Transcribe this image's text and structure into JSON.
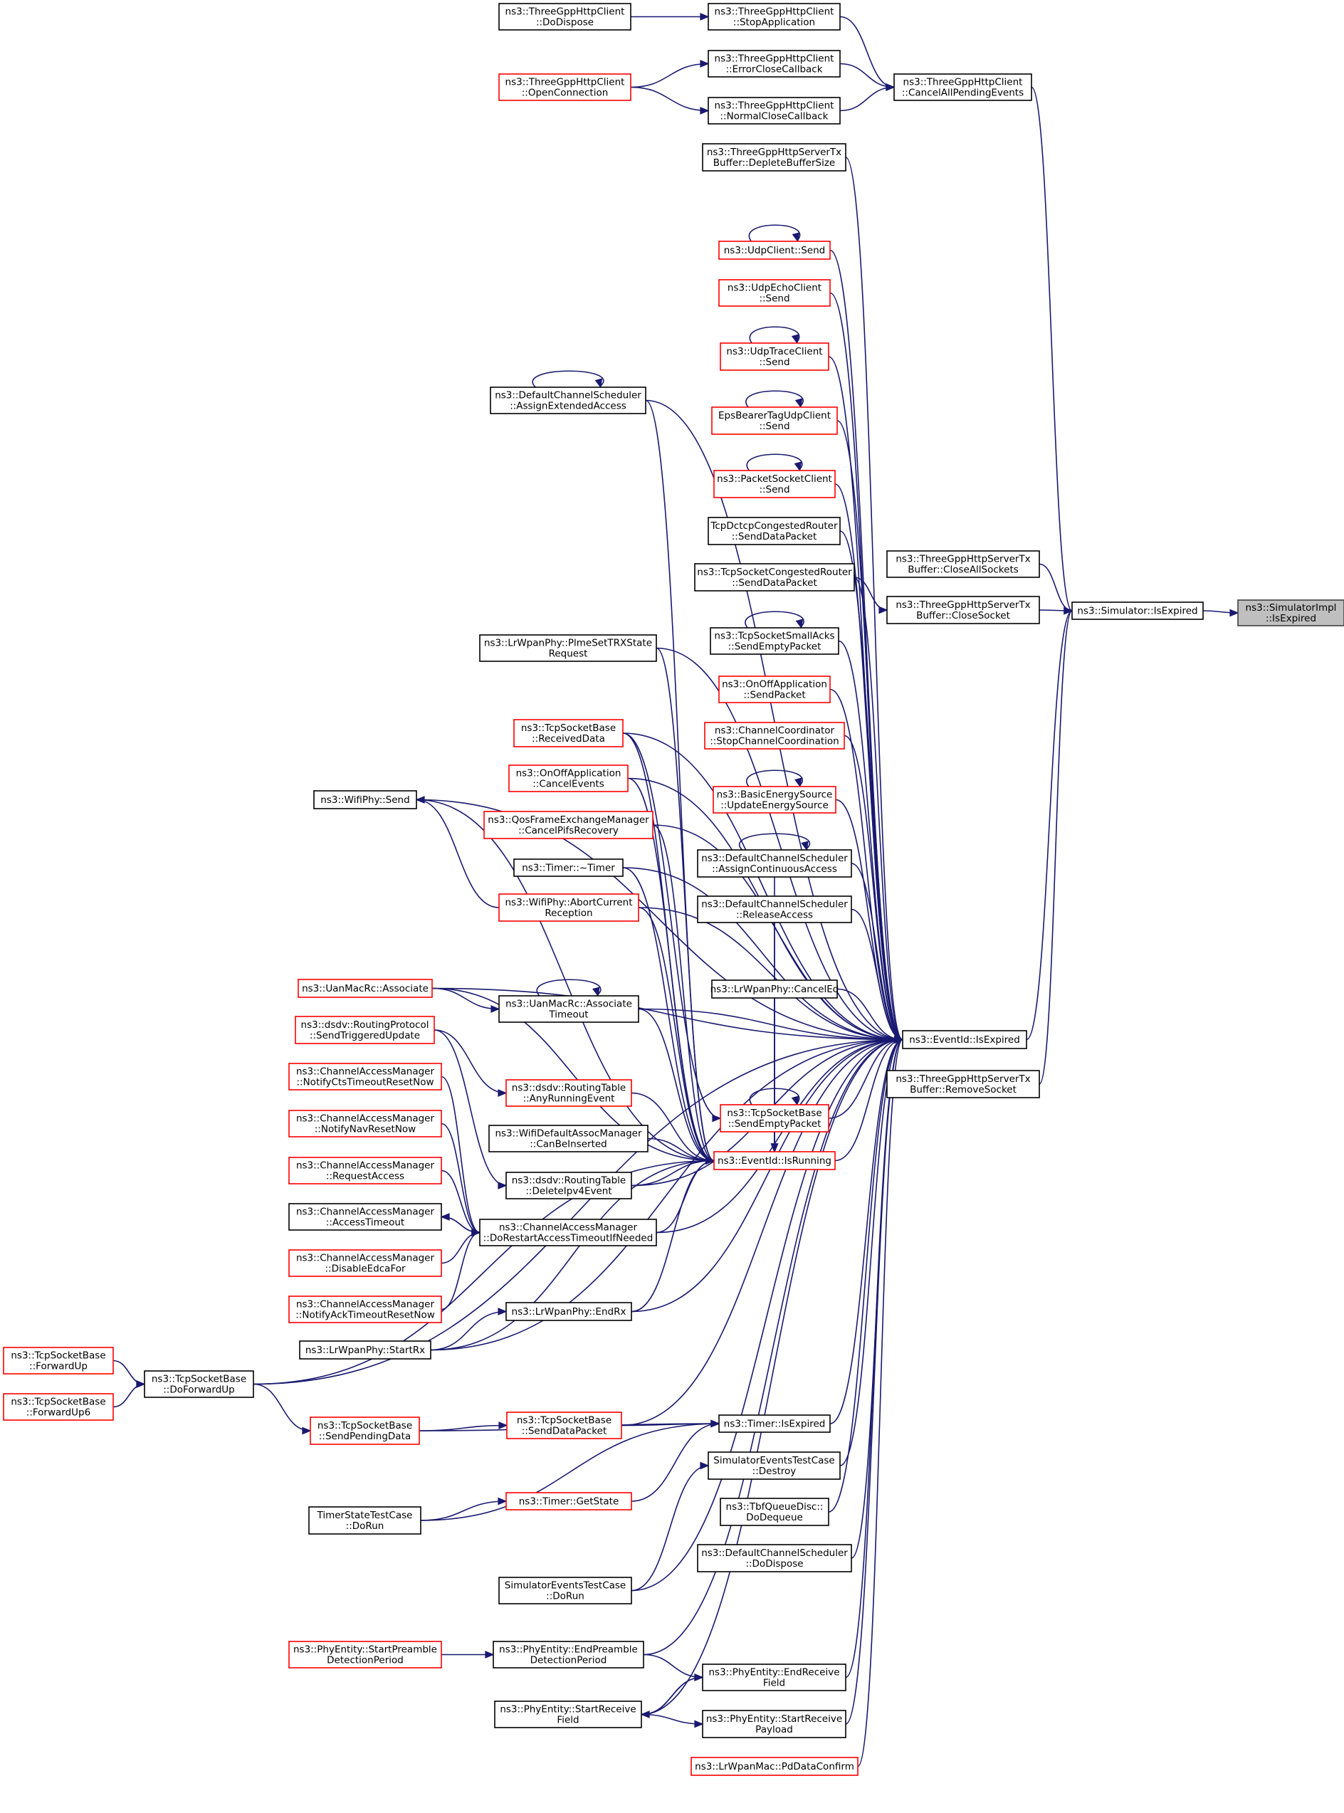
{
  "colors": {
    "edge": "#191970",
    "node_border": "#000000",
    "node_border_undocumented": "#ff0000",
    "node_fill": "#ffffff",
    "root_fill": "#bfbfbf",
    "root_border": "#404040",
    "text": "#000000"
  },
  "graph": {
    "root": "n_root",
    "nodes": [
      {
        "id": "n_root",
        "lines": [
          "ns3::SimulatorImpl",
          "::IsExpired"
        ],
        "style": "root"
      },
      {
        "id": "n_simexp",
        "lines": [
          "ns3::Simulator::IsExpired"
        ],
        "style": "normal"
      },
      {
        "id": "n_closeall",
        "lines": [
          "ns3::ThreeGppHttpServerTx",
          "Buffer::CloseAllSockets"
        ],
        "style": "normal"
      },
      {
        "id": "n_closesock",
        "lines": [
          "ns3::ThreeGppHttpServerTx",
          "Buffer::CloseSocket"
        ],
        "style": "normal"
      },
      {
        "id": "n_cancelall",
        "lines": [
          "ns3::ThreeGppHttpClient",
          "::CancelAllPendingEvents"
        ],
        "style": "normal"
      },
      {
        "id": "n_stopapp",
        "lines": [
          "ns3::ThreeGppHttpClient",
          "::StopApplication"
        ],
        "style": "normal"
      },
      {
        "id": "n_errclose",
        "lines": [
          "ns3::ThreeGppHttpClient",
          "::ErrorCloseCallback"
        ],
        "style": "normal"
      },
      {
        "id": "n_normclose",
        "lines": [
          "ns3::ThreeGppHttpClient",
          "::NormalCloseCallback"
        ],
        "style": "normal"
      },
      {
        "id": "n_dodispose_http",
        "lines": [
          "ns3::ThreeGppHttpClient",
          "::DoDispose"
        ],
        "style": "normal"
      },
      {
        "id": "n_openconn",
        "lines": [
          "ns3::ThreeGppHttpClient",
          "::OpenConnection"
        ],
        "style": "red"
      },
      {
        "id": "n_deplete",
        "lines": [
          "ns3::ThreeGppHttpServerTx",
          "Buffer::DepleteBufferSize"
        ],
        "style": "normal"
      },
      {
        "id": "n_eventexp",
        "lines": [
          "ns3::EventId::IsExpired"
        ],
        "style": "normal"
      },
      {
        "id": "n_removesock",
        "lines": [
          "ns3::ThreeGppHttpServerTx",
          "Buffer::RemoveSocket"
        ],
        "style": "normal"
      },
      {
        "id": "n_udpclient",
        "lines": [
          "ns3::UdpClient::Send"
        ],
        "style": "red"
      },
      {
        "id": "n_udpecho",
        "lines": [
          "ns3::UdpEchoClient",
          "::Send"
        ],
        "style": "red"
      },
      {
        "id": "n_udptrace",
        "lines": [
          "ns3::UdpTraceClient",
          "::Send"
        ],
        "style": "red"
      },
      {
        "id": "n_epsbearer",
        "lines": [
          "EpsBearerTagUdpClient",
          "::Send"
        ],
        "style": "red"
      },
      {
        "id": "n_packetsock",
        "lines": [
          "ns3::PacketSocketClient",
          "::Send"
        ],
        "style": "red"
      },
      {
        "id": "n_tcpdctcp",
        "lines": [
          "TcpDctcpCongestedRouter",
          "::SendDataPacket"
        ],
        "style": "normal"
      },
      {
        "id": "n_tcpcong",
        "lines": [
          "ns3::TcpSocketCongestedRouter",
          "::SendDataPacket"
        ],
        "style": "normal"
      },
      {
        "id": "n_tcpsmall",
        "lines": [
          "ns3::TcpSocketSmallAcks",
          "::SendEmptyPacket"
        ],
        "style": "normal"
      },
      {
        "id": "n_onoffsend",
        "lines": [
          "ns3::OnOffApplication",
          "::SendPacket"
        ],
        "style": "red"
      },
      {
        "id": "n_chancoord",
        "lines": [
          "ns3::ChannelCoordinator",
          "::StopChannelCoordination"
        ],
        "style": "red"
      },
      {
        "id": "n_basicenergy",
        "lines": [
          "ns3::BasicEnergySource",
          "::UpdateEnergySource"
        ],
        "style": "red"
      },
      {
        "id": "n_assigncont",
        "lines": [
          "ns3::DefaultChannelScheduler",
          "::AssignContinuousAccess"
        ],
        "style": "normal"
      },
      {
        "id": "n_releaseacc",
        "lines": [
          "ns3::DefaultChannelScheduler",
          "::ReleaseAccess"
        ],
        "style": "normal"
      },
      {
        "id": "n_lrcanceled",
        "lines": [
          "ns3::LrWpanPhy::CancelEd"
        ],
        "style": "normal"
      },
      {
        "id": "n_tcpsendempty",
        "lines": [
          "ns3::TcpSocketBase",
          "::SendEmptyPacket"
        ],
        "style": "red"
      },
      {
        "id": "n_isrunning",
        "lines": [
          "ns3::EventId::IsRunning"
        ],
        "style": "red"
      },
      {
        "id": "n_assignext",
        "lines": [
          "ns3::DefaultChannelScheduler",
          "::AssignExtendedAccess"
        ],
        "style": "normal"
      },
      {
        "id": "n_plmeset",
        "lines": [
          "ns3::LrWpanPhy::PlmeSetTRXState",
          "Request"
        ],
        "style": "normal"
      },
      {
        "id": "n_tcprecv",
        "lines": [
          "ns3::TcpSocketBase",
          "::ReceivedData"
        ],
        "style": "red"
      },
      {
        "id": "n_onoffcancel",
        "lines": [
          "ns3::OnOffApplication",
          "::CancelEvents"
        ],
        "style": "red"
      },
      {
        "id": "n_qosframe",
        "lines": [
          "ns3::QosFrameExchangeManager",
          "::CancelPifsRecovery"
        ],
        "style": "red"
      },
      {
        "id": "n_timerdtor",
        "lines": [
          "ns3::Timer::~Timer"
        ],
        "style": "normal"
      },
      {
        "id": "n_wifisend",
        "lines": [
          "ns3::WifiPhy::Send"
        ],
        "style": "normal"
      },
      {
        "id": "n_wifiabort",
        "lines": [
          "ns3::WifiPhy::AbortCurrent",
          "Reception"
        ],
        "style": "red"
      },
      {
        "id": "n_uanassoc",
        "lines": [
          "ns3::UanMacRc::Associate"
        ],
        "style": "red"
      },
      {
        "id": "n_uantimeout",
        "lines": [
          "ns3::UanMacRc::Associate",
          "Timeout"
        ],
        "style": "normal"
      },
      {
        "id": "n_dsdvtrig",
        "lines": [
          "ns3::dsdv::RoutingProtocol",
          "::SendTriggeredUpdate"
        ],
        "style": "red"
      },
      {
        "id": "n_dsdvany",
        "lines": [
          "ns3::dsdv::RoutingTable",
          "::AnyRunningEvent"
        ],
        "style": "red"
      },
      {
        "id": "n_cam_cts",
        "lines": [
          "ns3::ChannelAccessManager",
          "::NotifyCtsTimeoutResetNow"
        ],
        "style": "red"
      },
      {
        "id": "n_cam_nav",
        "lines": [
          "ns3::ChannelAccessManager",
          "::NotifyNavResetNow"
        ],
        "style": "red"
      },
      {
        "id": "n_wifidefault",
        "lines": [
          "ns3::WifiDefaultAssocManager",
          "::CanBeInserted"
        ],
        "style": "normal"
      },
      {
        "id": "n_cam_req",
        "lines": [
          "ns3::ChannelAccessManager",
          "::RequestAccess"
        ],
        "style": "red"
      },
      {
        "id": "n_dsdvdel",
        "lines": [
          "ns3::dsdv::RoutingTable",
          "::DeleteIpv4Event"
        ],
        "style": "normal"
      },
      {
        "id": "n_cam_acc",
        "lines": [
          "ns3::ChannelAccessManager",
          "::AccessTimeout"
        ],
        "style": "normal"
      },
      {
        "id": "n_cam_dorestart",
        "lines": [
          "ns3::ChannelAccessManager",
          "::DoRestartAccessTimeoutIfNeeded"
        ],
        "style": "normal"
      },
      {
        "id": "n_cam_disable",
        "lines": [
          "ns3::ChannelAccessManager",
          "::DisableEdcaFor"
        ],
        "style": "red"
      },
      {
        "id": "n_cam_ack",
        "lines": [
          "ns3::ChannelAccessManager",
          "::NotifyAckTimeoutResetNow"
        ],
        "style": "red"
      },
      {
        "id": "n_lrendrx",
        "lines": [
          "ns3::LrWpanPhy::EndRx"
        ],
        "style": "normal"
      },
      {
        "id": "n_lrstartrx",
        "lines": [
          "ns3::LrWpanPhy::StartRx"
        ],
        "style": "normal"
      },
      {
        "id": "n_tcpfwd",
        "lines": [
          "ns3::TcpSocketBase",
          "::ForwardUp"
        ],
        "style": "red"
      },
      {
        "id": "n_tcpfwd6",
        "lines": [
          "ns3::TcpSocketBase",
          "::ForwardUp6"
        ],
        "style": "red"
      },
      {
        "id": "n_tcpdofwd",
        "lines": [
          "ns3::TcpSocketBase",
          "::DoForwardUp"
        ],
        "style": "normal"
      },
      {
        "id": "n_tcpsendpend",
        "lines": [
          "ns3::TcpSocketBase",
          "::SendPendingData"
        ],
        "style": "red"
      },
      {
        "id": "n_tcpsenddata",
        "lines": [
          "ns3::TcpSocketBase",
          "::SendDataPacket"
        ],
        "style": "red"
      },
      {
        "id": "n_timerexp",
        "lines": [
          "ns3::Timer::IsExpired"
        ],
        "style": "normal"
      },
      {
        "id": "n_simevdestroy",
        "lines": [
          "SimulatorEventsTestCase",
          "::Destroy"
        ],
        "style": "normal"
      },
      {
        "id": "n_timerget",
        "lines": [
          "ns3::Timer::GetState"
        ],
        "style": "red"
      },
      {
        "id": "n_timerstate",
        "lines": [
          "TimerStateTestCase",
          "::DoRun"
        ],
        "style": "normal"
      },
      {
        "id": "n_tbf",
        "lines": [
          "ns3::TbfQueueDisc::",
          "DoDequeue"
        ],
        "style": "normal"
      },
      {
        "id": "n_dcsdispose",
        "lines": [
          "ns3::DefaultChannelScheduler",
          "::DoDispose"
        ],
        "style": "normal"
      },
      {
        "id": "n_simevrun",
        "lines": [
          "SimulatorEventsTestCase",
          "::DoRun"
        ],
        "style": "normal"
      },
      {
        "id": "n_phyendpre",
        "lines": [
          "ns3::PhyEntity::EndPreamble",
          "DetectionPeriod"
        ],
        "style": "normal"
      },
      {
        "id": "n_phystartpre",
        "lines": [
          "ns3::PhyEntity::StartPreamble",
          "DetectionPeriod"
        ],
        "style": "red"
      },
      {
        "id": "n_phyendrecv",
        "lines": [
          "ns3::PhyEntity::EndReceive",
          "Field"
        ],
        "style": "normal"
      },
      {
        "id": "n_phystartrecv",
        "lines": [
          "ns3::PhyEntity::StartReceive",
          "Field"
        ],
        "style": "normal"
      },
      {
        "id": "n_phystartpay",
        "lines": [
          "ns3::PhyEntity::StartReceive",
          "Payload"
        ],
        "style": "normal"
      },
      {
        "id": "n_lrmacpd",
        "lines": [
          "ns3::LrWpanMac::PdDataConfirm"
        ],
        "style": "red"
      }
    ],
    "edges": [
      [
        "n_simexp",
        "n_root"
      ],
      [
        "n_closeall",
        "n_simexp"
      ],
      [
        "n_closesock",
        "n_simexp"
      ],
      [
        "n_cancelall",
        "n_simexp"
      ],
      [
        "n_eventexp",
        "n_simexp"
      ],
      [
        "n_removesock",
        "n_simexp"
      ],
      [
        "n_stopapp",
        "n_cancelall"
      ],
      [
        "n_errclose",
        "n_cancelall"
      ],
      [
        "n_normclose",
        "n_cancelall"
      ],
      [
        "n_dodispose_http",
        "n_stopapp"
      ],
      [
        "n_openconn",
        "n_errclose"
      ],
      [
        "n_openconn",
        "n_normclose"
      ],
      [
        "n_tcpcong",
        "n_closesock"
      ],
      [
        "n_deplete",
        "n_eventexp"
      ],
      [
        "n_udpclient",
        "n_eventexp"
      ],
      [
        "n_udpecho",
        "n_eventexp"
      ],
      [
        "n_udptrace",
        "n_eventexp"
      ],
      [
        "n_epsbearer",
        "n_eventexp"
      ],
      [
        "n_packetsock",
        "n_eventexp"
      ],
      [
        "n_tcpdctcp",
        "n_eventexp"
      ],
      [
        "n_tcpcong",
        "n_eventexp"
      ],
      [
        "n_tcpsmall",
        "n_eventexp"
      ],
      [
        "n_onoffsend",
        "n_eventexp"
      ],
      [
        "n_chancoord",
        "n_eventexp"
      ],
      [
        "n_basicenergy",
        "n_eventexp"
      ],
      [
        "n_assigncont",
        "n_eventexp"
      ],
      [
        "n_releaseacc",
        "n_eventexp"
      ],
      [
        "n_lrcanceled",
        "n_eventexp"
      ],
      [
        "n_tcpsendempty",
        "n_eventexp"
      ],
      [
        "n_isrunning",
        "n_eventexp"
      ],
      [
        "n_assignext",
        "n_eventexp"
      ],
      [
        "n_plmeset",
        "n_eventexp"
      ],
      [
        "n_tcprecv",
        "n_eventexp"
      ],
      [
        "n_onoffcancel",
        "n_eventexp"
      ],
      [
        "n_qosframe",
        "n_eventexp"
      ],
      [
        "n_timerdtor",
        "n_eventexp"
      ],
      [
        "n_wifisend",
        "n_eventexp"
      ],
      [
        "n_wifiabort",
        "n_eventexp"
      ],
      [
        "n_uanassoc",
        "n_eventexp"
      ],
      [
        "n_uantimeout",
        "n_eventexp"
      ],
      [
        "n_dsdvdel",
        "n_eventexp"
      ],
      [
        "n_cam_dorestart",
        "n_eventexp"
      ],
      [
        "n_lrendrx",
        "n_eventexp"
      ],
      [
        "n_lrstartrx",
        "n_eventexp"
      ],
      [
        "n_tcpdofwd",
        "n_eventexp"
      ],
      [
        "n_tcpsenddata",
        "n_eventexp"
      ],
      [
        "n_timerexp",
        "n_eventexp"
      ],
      [
        "n_simevdestroy",
        "n_eventexp"
      ],
      [
        "n_tbf",
        "n_eventexp"
      ],
      [
        "n_dcsdispose",
        "n_eventexp"
      ],
      [
        "n_simevrun",
        "n_eventexp"
      ],
      [
        "n_phyendpre",
        "n_eventexp"
      ],
      [
        "n_phyendrecv",
        "n_eventexp"
      ],
      [
        "n_phystartpay",
        "n_eventexp"
      ],
      [
        "n_lrmacpd",
        "n_eventexp"
      ],
      [
        "n_phystartrecv",
        "n_eventexp"
      ],
      [
        "n_udpclient",
        "n_udpclient"
      ],
      [
        "n_udptrace",
        "n_udptrace"
      ],
      [
        "n_epsbearer",
        "n_epsbearer"
      ],
      [
        "n_packetsock",
        "n_packetsock"
      ],
      [
        "n_tcpsmall",
        "n_tcpsmall"
      ],
      [
        "n_basicenergy",
        "n_basicenergy"
      ],
      [
        "n_assigncont",
        "n_assigncont"
      ],
      [
        "n_tcpsendempty",
        "n_tcpsendempty"
      ],
      [
        "n_assignext",
        "n_assignext"
      ],
      [
        "n_uantimeout",
        "n_uantimeout"
      ],
      [
        "n_assignext",
        "n_isrunning"
      ],
      [
        "n_plmeset",
        "n_isrunning"
      ],
      [
        "n_tcprecv",
        "n_isrunning"
      ],
      [
        "n_onoffcancel",
        "n_isrunning"
      ],
      [
        "n_qosframe",
        "n_isrunning"
      ],
      [
        "n_timerdtor",
        "n_isrunning"
      ],
      [
        "n_wifisend",
        "n_isrunning"
      ],
      [
        "n_wifiabort",
        "n_isrunning"
      ],
      [
        "n_uanassoc",
        "n_isrunning"
      ],
      [
        "n_uantimeout",
        "n_isrunning"
      ],
      [
        "n_dsdvany",
        "n_isrunning"
      ],
      [
        "n_wifidefault",
        "n_isrunning"
      ],
      [
        "n_dsdvdel",
        "n_isrunning"
      ],
      [
        "n_cam_dorestart",
        "n_isrunning"
      ],
      [
        "n_lrendrx",
        "n_isrunning"
      ],
      [
        "n_lrstartrx",
        "n_isrunning"
      ],
      [
        "n_releaseacc",
        "n_isrunning"
      ],
      [
        "n_lrcanceled",
        "n_isrunning"
      ],
      [
        "n_tcpsendempty",
        "n_isrunning"
      ],
      [
        "n_assigncont",
        "n_isrunning"
      ],
      [
        "n_tcpdofwd",
        "n_isrunning"
      ],
      [
        "n_tcprecv",
        "n_tcpsendempty"
      ],
      [
        "n_wifiabort",
        "n_wifisend"
      ],
      [
        "n_uanassoc",
        "n_uantimeout"
      ],
      [
        "n_dsdvtrig",
        "n_dsdvany"
      ],
      [
        "n_dsdvtrig",
        "n_dsdvdel"
      ],
      [
        "n_cam_cts",
        "n_cam_dorestart"
      ],
      [
        "n_cam_nav",
        "n_cam_dorestart"
      ],
      [
        "n_cam_req",
        "n_cam_dorestart"
      ],
      [
        "n_cam_acc",
        "n_cam_dorestart"
      ],
      [
        "n_cam_dorestart",
        "n_cam_acc"
      ],
      [
        "n_cam_disable",
        "n_cam_dorestart"
      ],
      [
        "n_cam_ack",
        "n_cam_dorestart"
      ],
      [
        "n_lrstartrx",
        "n_lrendrx"
      ],
      [
        "n_tcpfwd",
        "n_tcpdofwd"
      ],
      [
        "n_tcpfwd6",
        "n_tcpdofwd"
      ],
      [
        "n_tcpdofwd",
        "n_tcpsendpend"
      ],
      [
        "n_tcpsendpend",
        "n_tcpsenddata"
      ],
      [
        "n_tcpsenddata",
        "n_timerexp"
      ],
      [
        "n_tcpsendpend",
        "n_timerexp"
      ],
      [
        "n_timerget",
        "n_timerexp"
      ],
      [
        "n_timerstate",
        "n_timerget"
      ],
      [
        "n_timerstate",
        "n_timerexp"
      ],
      [
        "n_simevrun",
        "n_simevdestroy"
      ],
      [
        "n_phystartpre",
        "n_phyendpre"
      ],
      [
        "n_phyendpre",
        "n_phyendrecv"
      ],
      [
        "n_phystartrecv",
        "n_phyendrecv"
      ],
      [
        "n_phyendrecv",
        "n_phystartrecv"
      ],
      [
        "n_phystartrecv",
        "n_phystartpay"
      ]
    ]
  }
}
